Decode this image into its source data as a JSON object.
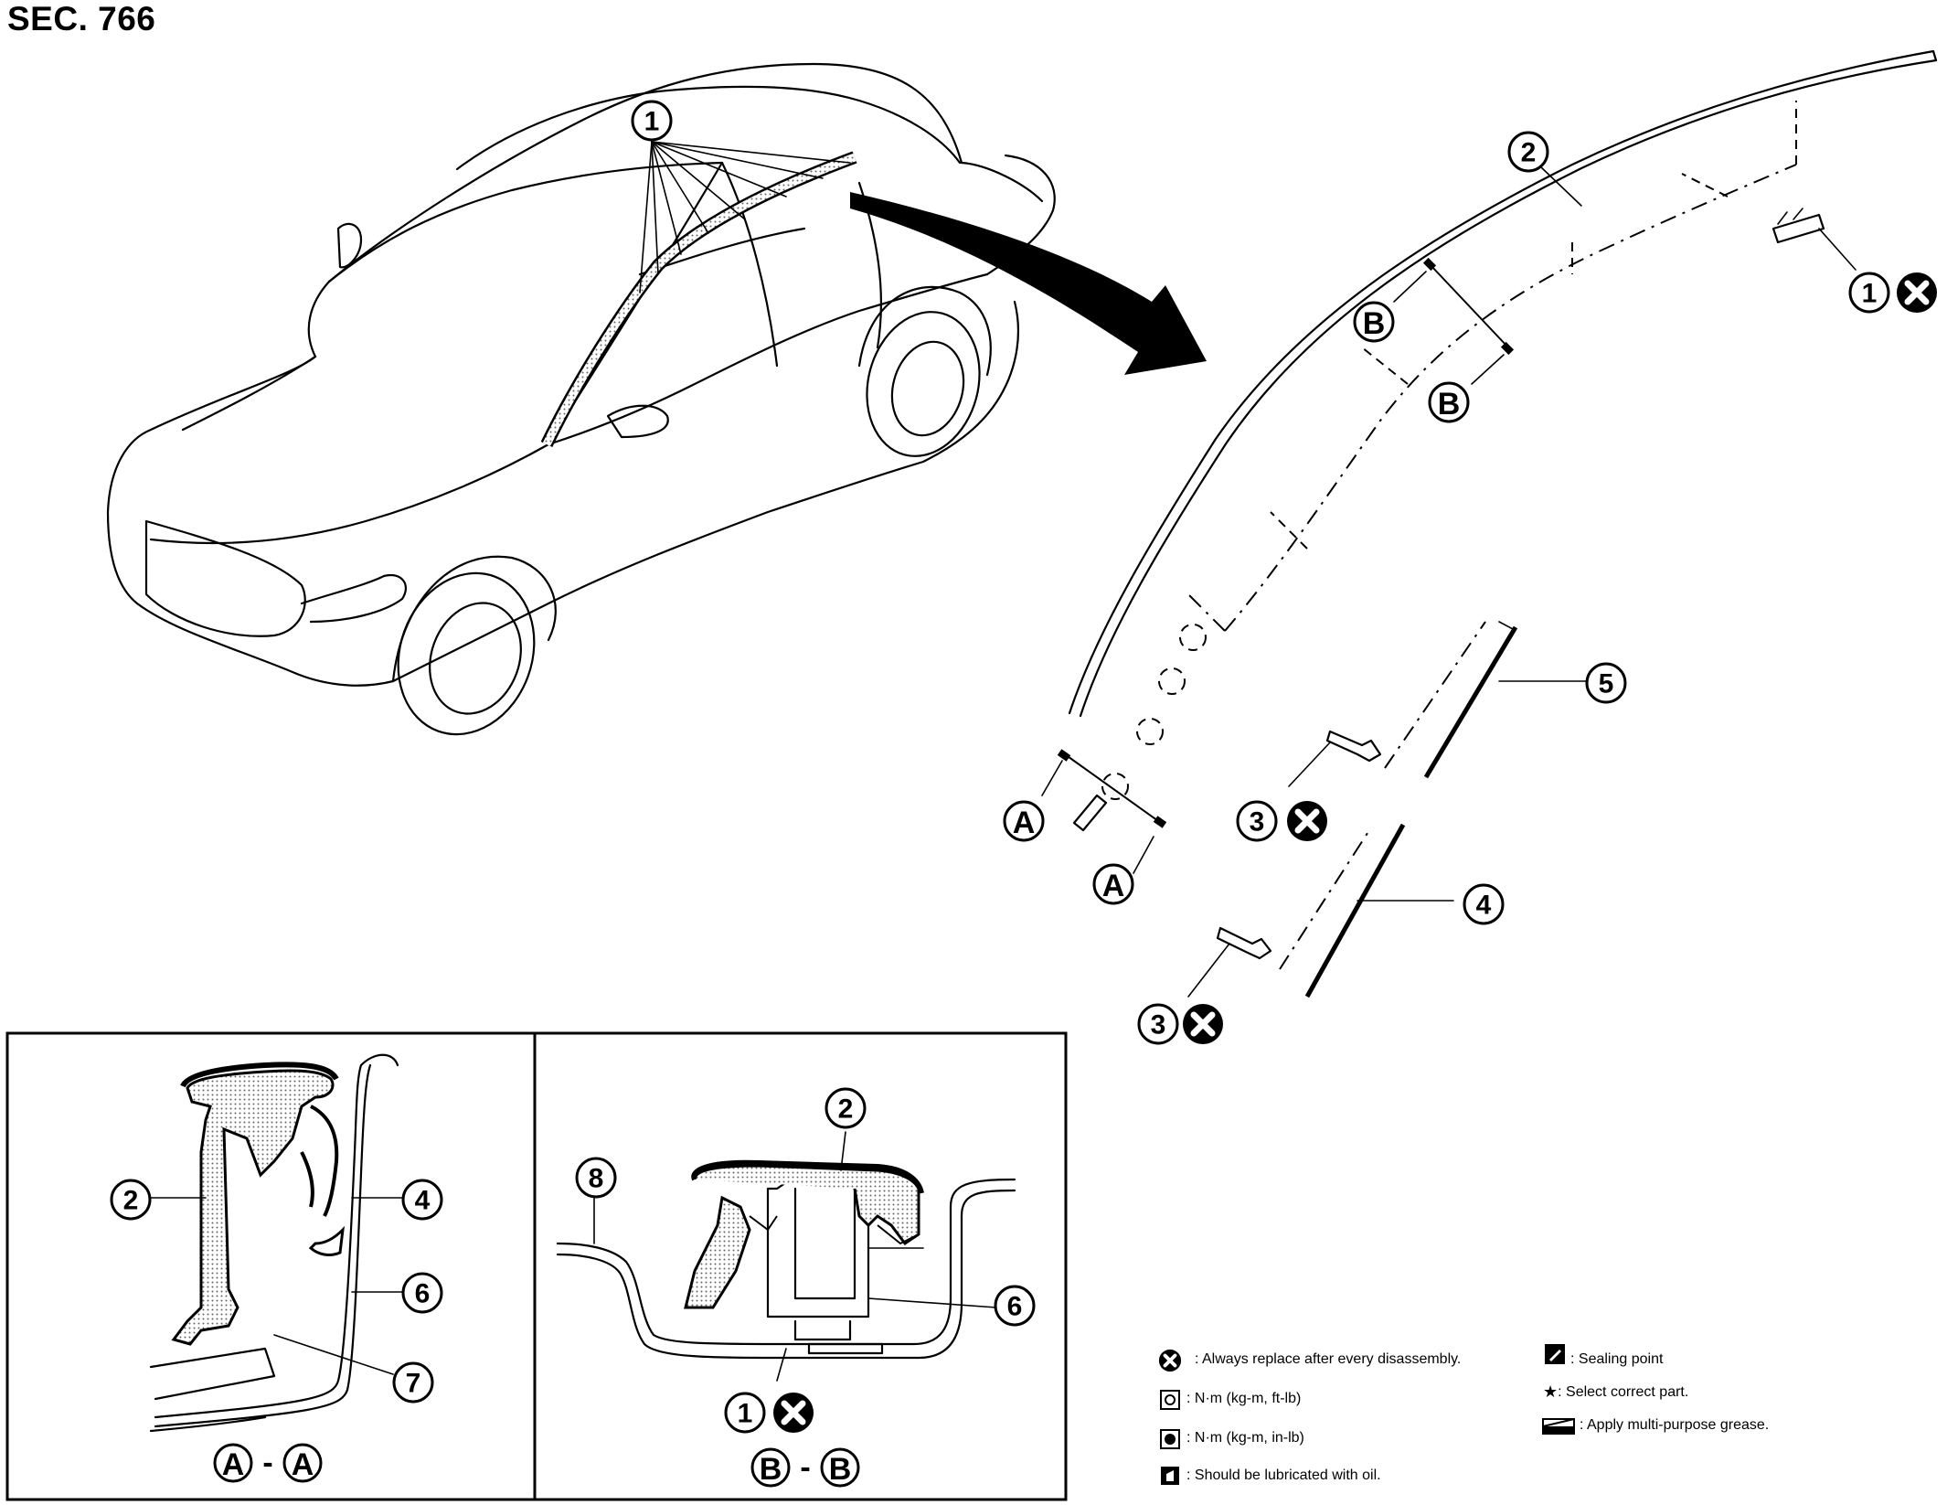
{
  "section": "SEC. 766",
  "callouts": {
    "c1": "1",
    "c2": "2",
    "c3": "3",
    "c4": "4",
    "c5": "5",
    "c6": "6",
    "c7": "7",
    "c8": "8"
  },
  "section_markers": {
    "a": "A",
    "b": "B"
  },
  "section_views": {
    "aa": {
      "left": "A",
      "sep": "-",
      "right": "A"
    },
    "bb": {
      "left": "B",
      "sep": "-",
      "right": "B"
    }
  },
  "legend": {
    "replace": ": Always replace after every disassembly.",
    "torque_ft": ": N·m (kg-m, ft-lb)",
    "torque_in": ": N·m (kg-m, in-lb)",
    "oil": ": Should be lubricated with oil.",
    "sealing": ": Sealing point",
    "select": ": Select correct part.",
    "select_symbol": "★",
    "grease": ": Apply multi-purpose grease."
  },
  "icons": [
    "replace-x-icon",
    "torque-wrench-icon",
    "oil-can-icon",
    "sealing-pen-icon",
    "star-icon",
    "grease-icon",
    "arrow-icon"
  ]
}
